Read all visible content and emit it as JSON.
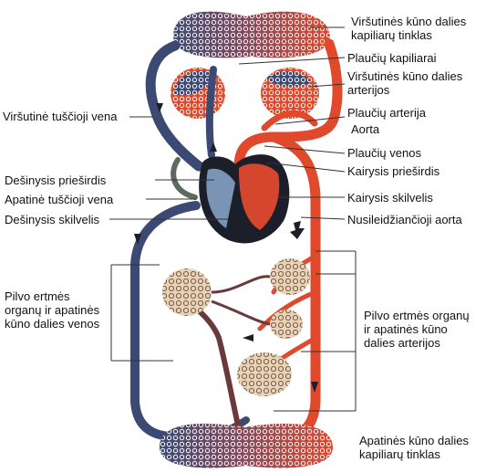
{
  "labels": {
    "upper_capillaries": [
      "Viršutinės kūno dalies",
      "kapiliarų tinklas"
    ],
    "lung_capillaries": "Plaučių kapiliarai",
    "upper_arteries": [
      "Viršutinės kūno dalies",
      "arterijos"
    ],
    "superior_vena_cava": "Viršutinė tuščioji vena",
    "pulmonary_artery": "Plaučių arterija",
    "aorta": "Aorta",
    "pulmonary_veins": "Plaučių venos",
    "right_atrium": "Dešinysis prieširdis",
    "left_atrium": "Kairysis prieširdis",
    "inferior_vena_cava": "Apatinė tuščioji vena",
    "left_ventricle": "Kairysis skilvelis",
    "right_ventricle": "Dešinysis skilvelis",
    "descending_aorta": "Nusileidžiančioji aorta",
    "abdominal_veins": [
      "Pilvo ertmės",
      "organų ir apatinės",
      "kūno dalies venos"
    ],
    "abdominal_arteries": [
      "Pilvo ertmės organų",
      "ir apatinės kūno",
      "dalies arterijos"
    ],
    "lower_capillaries": [
      "Apatinės kūno dalies",
      "kapiliarų tinklas"
    ]
  },
  "colors": {
    "arterial": "#e0492c",
    "venous": "#3c4a73",
    "heart": "#1c1f2a",
    "line": "#333333"
  }
}
